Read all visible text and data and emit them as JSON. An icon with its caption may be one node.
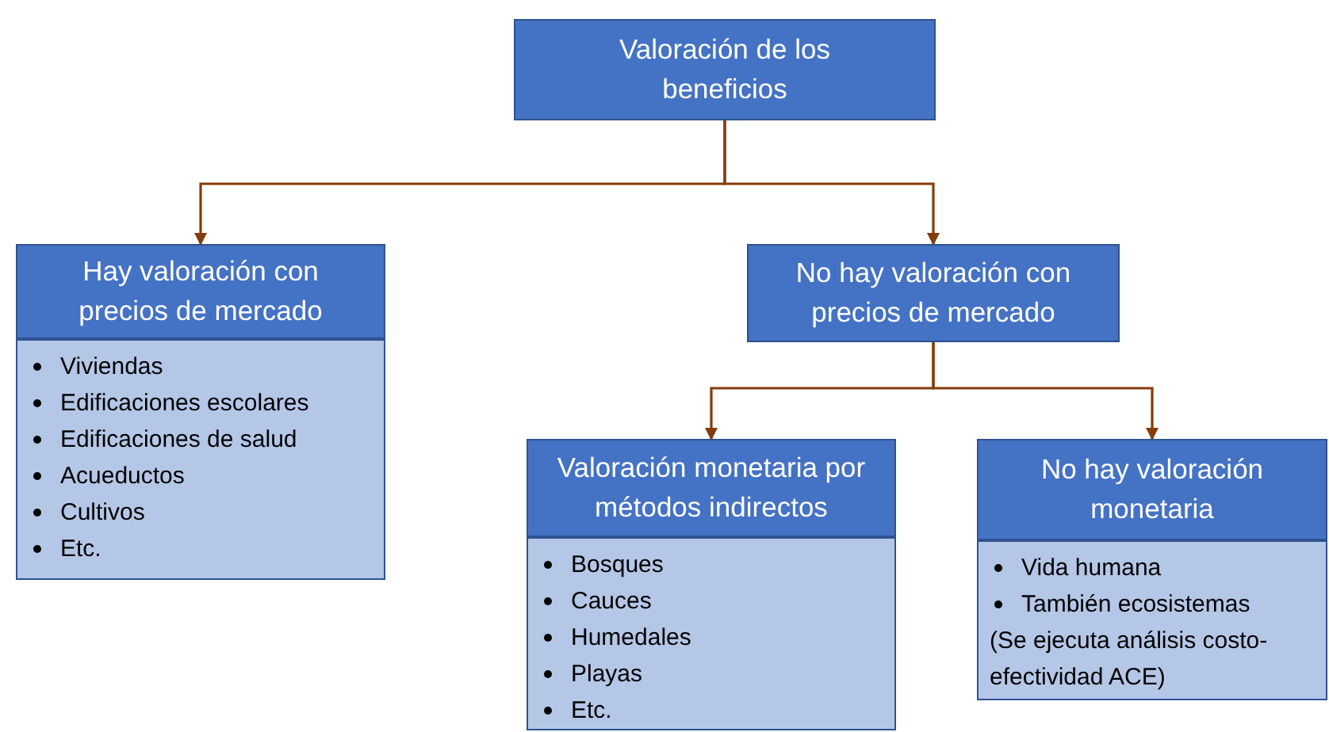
{
  "diagram": {
    "nodes": [
      {
        "text": [
          "Valoración de los beneficios"
        ]
      },
      {
        "text": [
          "Hay valoración con precios de mercado"
        ]
      },
      {
        "text": [
          "Viviendas",
          "Edificaciones escolares",
          "Edificaciones de salud",
          "Acueductos",
          "Cultivos",
          "Etc."
        ]
      },
      {
        "text": [
          "No hay valoración con precios de mercado"
        ]
      },
      {
        "text": [
          "Valoración monetaria por métodos indirectos"
        ]
      },
      {
        "text": [
          "Bosques",
          "Cauces",
          "Humedales",
          "Playas",
          "Etc."
        ]
      },
      {
        "text": [
          "No hay valoración monetaria"
        ]
      },
      {
        "text": [
          "Vida humana",
          "También ecosistemas",
          "(Se ejecuta análisis costo-efectividad ACE)"
        ]
      }
    ],
    "edges": [
      {
        "from": 0,
        "to": 1,
        "arrow": "to"
      },
      {
        "from": 0,
        "to": 3,
        "arrow": "to"
      },
      {
        "from": 3,
        "to": 4,
        "arrow": "to"
      },
      {
        "from": 3,
        "to": 6,
        "arrow": "to"
      }
    ]
  }
}
